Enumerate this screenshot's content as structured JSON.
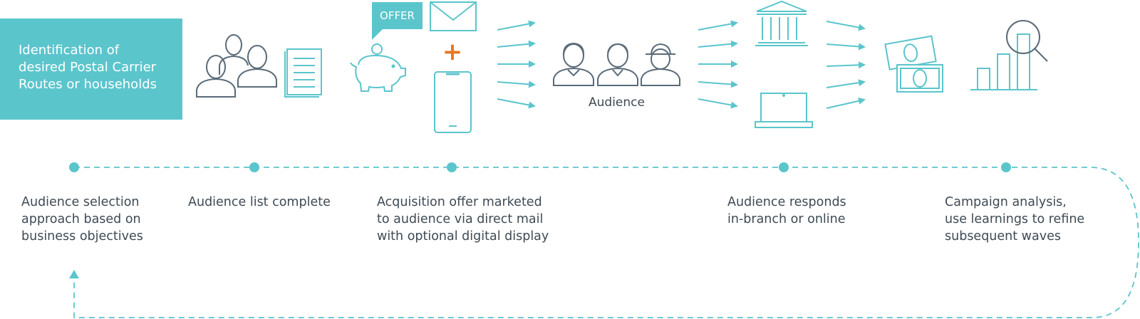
{
  "header_box": {
    "lines": [
      "Identification of",
      "desired Postal Carrier",
      "Routes or households"
    ]
  },
  "offer_tag": "OFFER",
  "plus_sign": "+",
  "audience_label": "Audience",
  "steps": [
    {
      "lines": [
        "Audience selection",
        "approach based on",
        "business objectives"
      ]
    },
    {
      "lines": [
        "Audience list complete"
      ]
    },
    {
      "lines": [
        "Acquisition offer marketed",
        "to audience via direct mail",
        "with optional digital display"
      ]
    },
    {
      "lines": [
        "Audience responds",
        "in-branch or online"
      ]
    },
    {
      "lines": [
        "Campaign analysis,",
        "use learnings to refine",
        "subsequent waves"
      ]
    }
  ],
  "colors": {
    "teal": "#5bc5cc",
    "slate": "#5a6b78",
    "orange": "#e87722",
    "text": "#3e4a54"
  },
  "icons": [
    "people-group-icon",
    "document-icon",
    "piggy-bank-icon",
    "envelope-icon",
    "smartphone-icon",
    "audience-people-icon",
    "bank-building-icon",
    "laptop-icon",
    "money-bills-icon",
    "bar-chart-magnifier-icon"
  ]
}
